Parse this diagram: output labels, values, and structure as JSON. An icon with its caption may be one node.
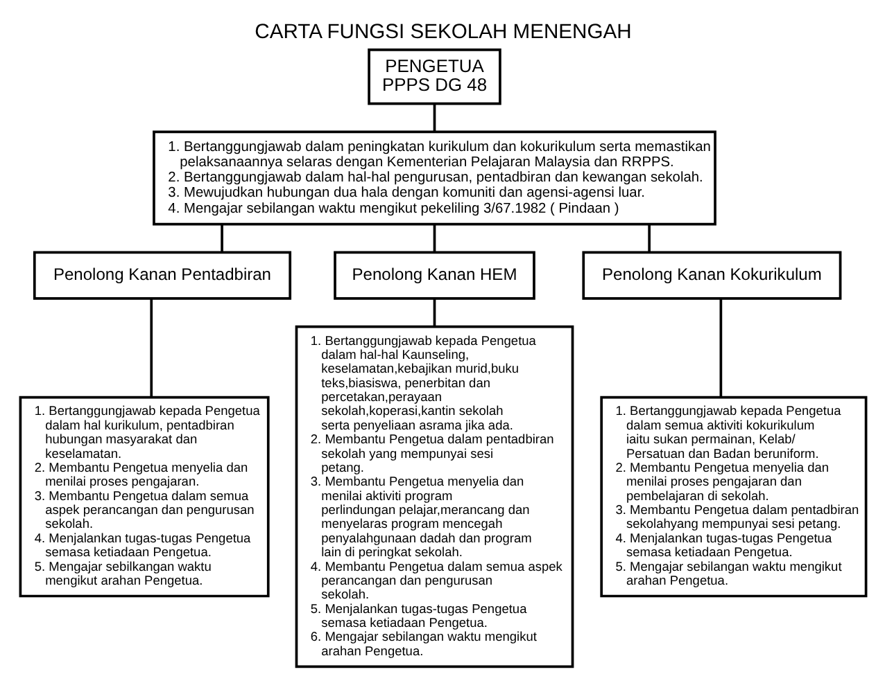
{
  "diagram": {
    "title": "CARTA FUNGSI SEKOLAH MENENGAH",
    "nodes": [
      {
        "text": [
          "PENGETUA",
          "PPPS DG 48"
        ]
      },
      {
        "text": [
          "1. Bertanggungjawab dalam peningkatan kurikulum dan kokurikulum serta memastikan pelaksanaannya selaras dengan Kementerian Pelajaran Malaysia dan RRPPS.",
          "2. Bertanggungjawab dalam hal-hal pengurusan, pentadbiran dan kewangan sekolah.",
          "3. Mewujudkan hubungan dua hala dengan komuniti dan agensi-agensi luar.",
          "4. Mengajar sebilangan waktu mengikut pekeliling 3/67.1982 ( Pindaan )"
        ]
      },
      {
        "text": [
          "Penolong Kanan Pentadbiran"
        ]
      },
      {
        "text": [
          "Penolong Kanan HEM"
        ]
      },
      {
        "text": [
          "Penolong Kanan Kokurikulum"
        ]
      },
      {
        "text": [
          "1. Bertanggungjawab kepada Pengetua dalam hal kurikulum, pentadbiran hubungan masyarakat dan keselamatan.",
          "2. Membantu Pengetua menyelia dan menilai proses pengajaran.",
          "3. Membantu Pengetua dalam semua aspek perancangan dan pengurusan sekolah.",
          "4. Menjalankan tugas-tugas Pengetua semasa ketiadaan Pengetua.",
          "5. Mengajar sebilkangan waktu mengikut arahan Pengetua."
        ]
      },
      {
        "text": [
          "1. Bertanggungjawab kepada Pengetua dalam hal-hal Kaunseling, keselamatan,kebajikan murid,buku teks,biasiswa, penerbitan dan percetakan,perayaan sekolah,koperasi,kantin sekolah serta penyeliaan asrama jika ada.",
          "2. Membantu Pengetua dalam pentadbiran sekolah yang mempunyai sesi petang.",
          "3. Membantu Pengetua menyelia dan menilai aktiviti program perlindungan pelajar,merancang dan menyelaras program mencegah penyalahgunaan dadah dan program lain di peringkat sekolah.",
          "4. Membantu Pengetua dalam semua aspek perancangan dan pengurusan sekolah.",
          "5. Menjalankan tugas-tugas Pengetua semasa ketiadaan Pengetua.",
          "6. Mengajar sebilangan waktu mengikut arahan Pengetua."
        ]
      },
      {
        "text": [
          "1. Bertanggungjawab kepada Pengetua dalam semua aktiviti kokurikulum iaitu sukan permainan, Kelab/ Persatuan dan Badan beruniform.",
          "2. Membantu Pengetua menyelia dan menilai proses pengajaran dan pembelajaran di sekolah.",
          "3. Membantu Pengetua dalam pentadbiran sekolahyang mempunyai sesi petang.",
          "4. Menjalankan tugas-tugas Pengetua semasa ketiadaan Pengetua.",
          "5. Mengajar sebilangan waktu mengikut arahan Pengetua."
        ]
      }
    ],
    "edges": [
      {
        "from": 0,
        "to": 1,
        "arrow": "none"
      },
      {
        "from": 1,
        "to": 2,
        "arrow": "none"
      },
      {
        "from": 1,
        "to": 3,
        "arrow": "none"
      },
      {
        "from": 1,
        "to": 4,
        "arrow": "none"
      },
      {
        "from": 2,
        "to": 5,
        "arrow": "none"
      },
      {
        "from": 3,
        "to": 6,
        "arrow": "none"
      },
      {
        "from": 4,
        "to": 7,
        "arrow": "none"
      }
    ]
  }
}
